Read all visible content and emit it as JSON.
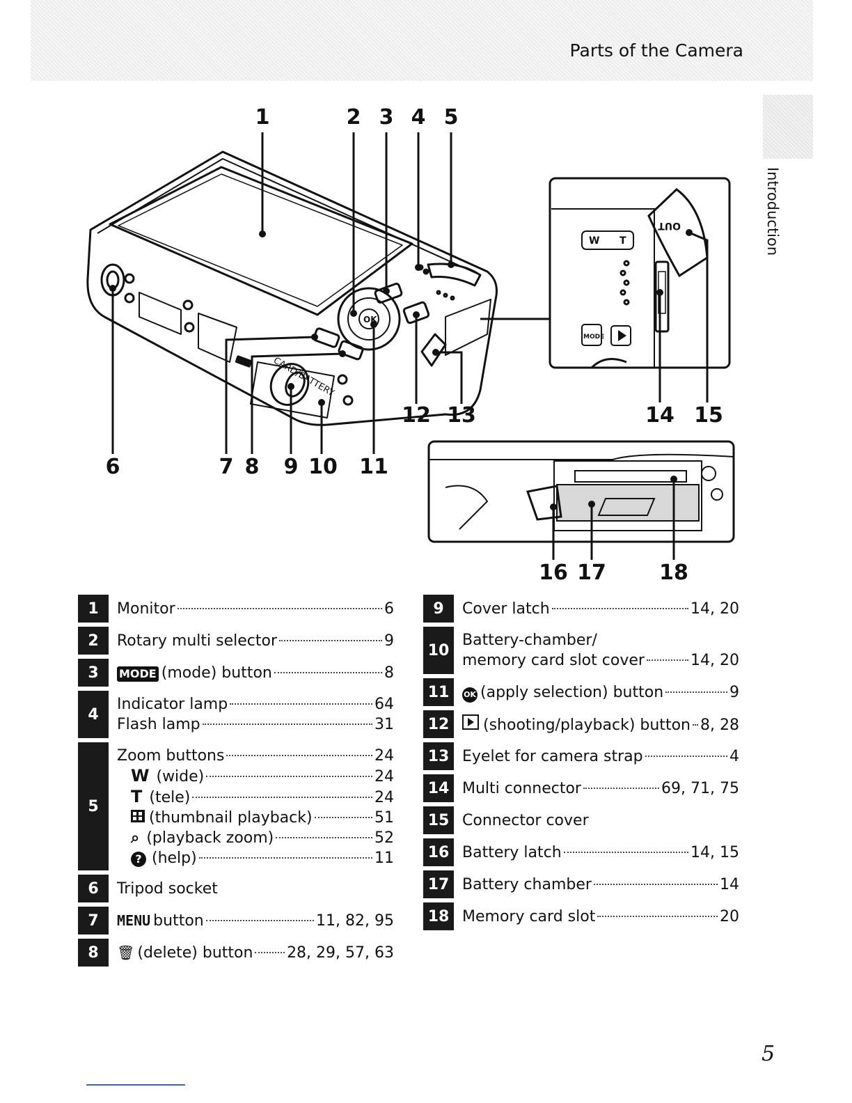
{
  "header": {
    "title": "Parts of the Camera"
  },
  "side_tab": {
    "label": "Introduction"
  },
  "callouts": [
    "1",
    "2",
    "3",
    "4",
    "5",
    "6",
    "7",
    "8",
    "9",
    "10",
    "11",
    "12",
    "13",
    "14",
    "15",
    "16",
    "17",
    "18"
  ],
  "legend_left": [
    {
      "num": "1",
      "lines": [
        {
          "label": "Monitor",
          "page": "6"
        }
      ]
    },
    {
      "num": "2",
      "lines": [
        {
          "label": "Rotary multi selector",
          "page": "9"
        }
      ]
    },
    {
      "num": "3",
      "lines": [
        {
          "icon": "MODE",
          "label": "(mode) button",
          "page": "8"
        }
      ]
    },
    {
      "num": "4",
      "lines": [
        {
          "label": "Indicator lamp",
          "page": "64"
        },
        {
          "label": "Flash lamp",
          "page": "31"
        }
      ]
    },
    {
      "num": "5",
      "lines": [
        {
          "label": "Zoom buttons",
          "page": "24"
        },
        {
          "icon": "W",
          "label": "(wide)",
          "page": "24"
        },
        {
          "icon": "T",
          "label": "(tele)",
          "page": "24"
        },
        {
          "icon": "thumbnail",
          "label": "(thumbnail playback)",
          "page": "51"
        },
        {
          "icon": "zoom",
          "label": "(playback zoom)",
          "page": "52"
        },
        {
          "icon": "help",
          "label": "(help)",
          "page": "11"
        }
      ]
    },
    {
      "num": "6",
      "lines": [
        {
          "label": "Tripod socket",
          "page": ""
        }
      ]
    },
    {
      "num": "7",
      "lines": [
        {
          "icon": "MENU",
          "label": "button",
          "page": "11, 82, 95"
        }
      ]
    },
    {
      "num": "8",
      "lines": [
        {
          "icon": "delete",
          "label": "(delete) button",
          "page": "28, 29, 57, 63"
        }
      ]
    }
  ],
  "legend_right": [
    {
      "num": "9",
      "lines": [
        {
          "label": "Cover latch",
          "page": "14, 20"
        }
      ]
    },
    {
      "num": "10",
      "lines": [
        {
          "label": "Battery-chamber/",
          "page": "",
          "nodots": true
        },
        {
          "label": "memory card slot cover",
          "page": "14, 20"
        }
      ]
    },
    {
      "num": "11",
      "lines": [
        {
          "icon": "OK",
          "label": "(apply selection) button",
          "page": "9"
        }
      ]
    },
    {
      "num": "12",
      "lines": [
        {
          "icon": "play",
          "label": "(shooting/playback) button",
          "page": "8, 28"
        }
      ]
    },
    {
      "num": "13",
      "lines": [
        {
          "label": "Eyelet for camera strap",
          "page": "4"
        }
      ]
    },
    {
      "num": "14",
      "lines": [
        {
          "label": "Multi connector",
          "page": "69, 71, 75"
        }
      ]
    },
    {
      "num": "15",
      "lines": [
        {
          "label": "Connector cover",
          "page": ""
        }
      ]
    },
    {
      "num": "16",
      "lines": [
        {
          "label": "Battery latch",
          "page": "14, 15"
        }
      ]
    },
    {
      "num": "17",
      "lines": [
        {
          "label": "Battery chamber",
          "page": "14"
        }
      ]
    },
    {
      "num": "18",
      "lines": [
        {
          "label": "Memory card slot",
          "page": "20"
        }
      ]
    }
  ],
  "diagram_text": {
    "dial_ok": "OK",
    "slot_label": "CARD/BATTERY",
    "zoom_w": "W",
    "zoom_t": "T",
    "mode_btn": "MODE",
    "connector_label": "OUT"
  },
  "page_number": "5"
}
